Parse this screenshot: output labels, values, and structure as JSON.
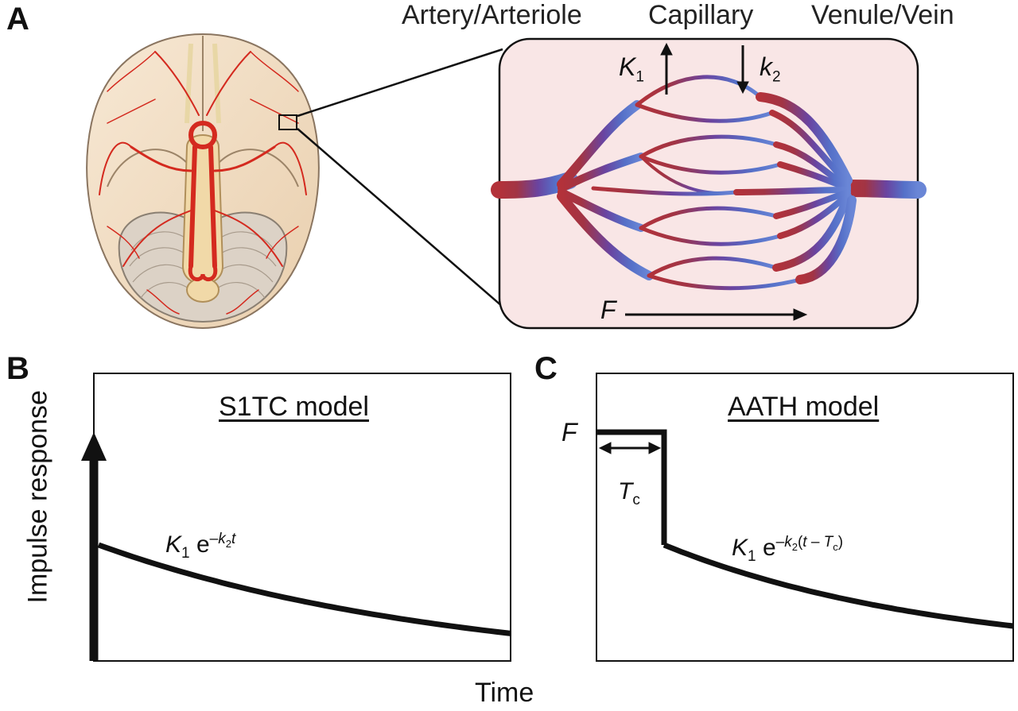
{
  "panels": {
    "a": "A",
    "b": "B",
    "c": "C"
  },
  "vessels": {
    "artery": "Artery/Arteriole",
    "capillary": "Capillary",
    "vein": "Venule/Vein"
  },
  "params": {
    "K": "K",
    "K_sub": "1",
    "k": "k",
    "k_sub": "2",
    "F": "F"
  },
  "s1tc": {
    "title": "S1TC model",
    "expr_K": "K",
    "expr_Ksub": "1",
    "expr_e": "e",
    "expr_minus": "–",
    "expr_k": "k",
    "expr_ksub": "2",
    "expr_t": "t"
  },
  "aath": {
    "title": "AATH model",
    "F_label": "F",
    "Tc": "T",
    "Tc_sub": "c",
    "expr_K": "K",
    "expr_Ksub": "1",
    "expr_e": "e",
    "expr_minus": "–",
    "expr_k": "k",
    "expr_ksub": "2",
    "expr_open": "(",
    "expr_t": "t",
    "expr_sep": " – ",
    "expr_T": "T",
    "expr_Tsub": "c",
    "expr_close": ")"
  },
  "axes": {
    "ylabel": "Impulse response",
    "xlabel": "Time"
  },
  "colors": {
    "artery": "#b3323a",
    "vein": "#5570c8",
    "inset_bg": "#f9e6e6",
    "artery_red": "#d42a1f",
    "brain_fill": "#f4e1c7"
  }
}
